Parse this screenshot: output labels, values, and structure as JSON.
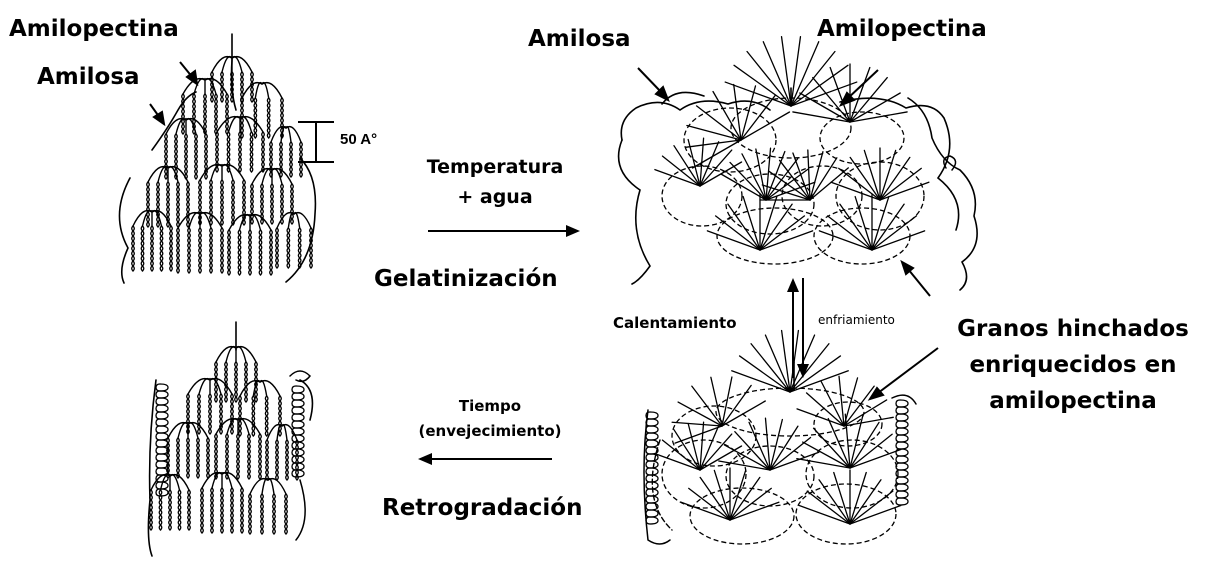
{
  "labels": {
    "amilopectina_top_left": "Amilopectina",
    "amilosa_top_left": "Amilosa",
    "scale": "50 A°",
    "temperatura": "Temperatura",
    "mas_agua": "+ agua",
    "gelatinizacion": "Gelatinización",
    "amilosa_right": "Amilosa",
    "amilopectina_right": "Amilopectina",
    "calentamiento": "Calentamiento",
    "enfriamiento": "enfriamiento",
    "granos_line1": "Granos hinchados",
    "granos_line2": "enriquecidos en",
    "granos_line3": "amilopectina",
    "tiempo": "Tiempo",
    "envejecimiento": "(envejecimiento)",
    "retrogradacion": "Retrogradación"
  },
  "colors": {
    "ink": "#000000",
    "background": "#ffffff"
  }
}
